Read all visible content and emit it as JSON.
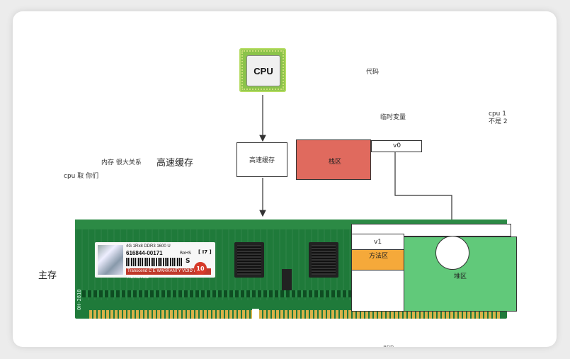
{
  "diagram": {
    "cpu_label": "CPU",
    "cache_box_label": "高速缓存",
    "cache_caption": "高速缓存",
    "memory_note": "内存 很大关系",
    "cpu_fetch_note": "cpu 取 你们",
    "main_memory_label": "主存",
    "code_label": "代码",
    "temp_var_label": "临时变量",
    "cpu_compare_note_1": "cpu  1",
    "cpu_compare_note_2": "不是 2",
    "stack_label": "栈区",
    "stack_var": "v0",
    "method_area_var": "v1",
    "method_area_label": "方法区",
    "heap_label": "堆区",
    "bottom_label": "app",
    "colors": {
      "stack": "#e06a5e",
      "method_area": "#f5a93a",
      "heap": "#61c97a",
      "cpu_green": "#8bc34a"
    }
  },
  "ram_module": {
    "spec_line": "4G 1Rx8 DDR3 1600 U",
    "part_number": "616844-00171",
    "rohs": "RoHS",
    "grade_mark": "[ I7 ]",
    "s_badge": "S",
    "brand": "Transcend C E  WARRANTY VOID IF REMOVED",
    "speed_badge": "10",
    "side_code": "OH-2810"
  }
}
